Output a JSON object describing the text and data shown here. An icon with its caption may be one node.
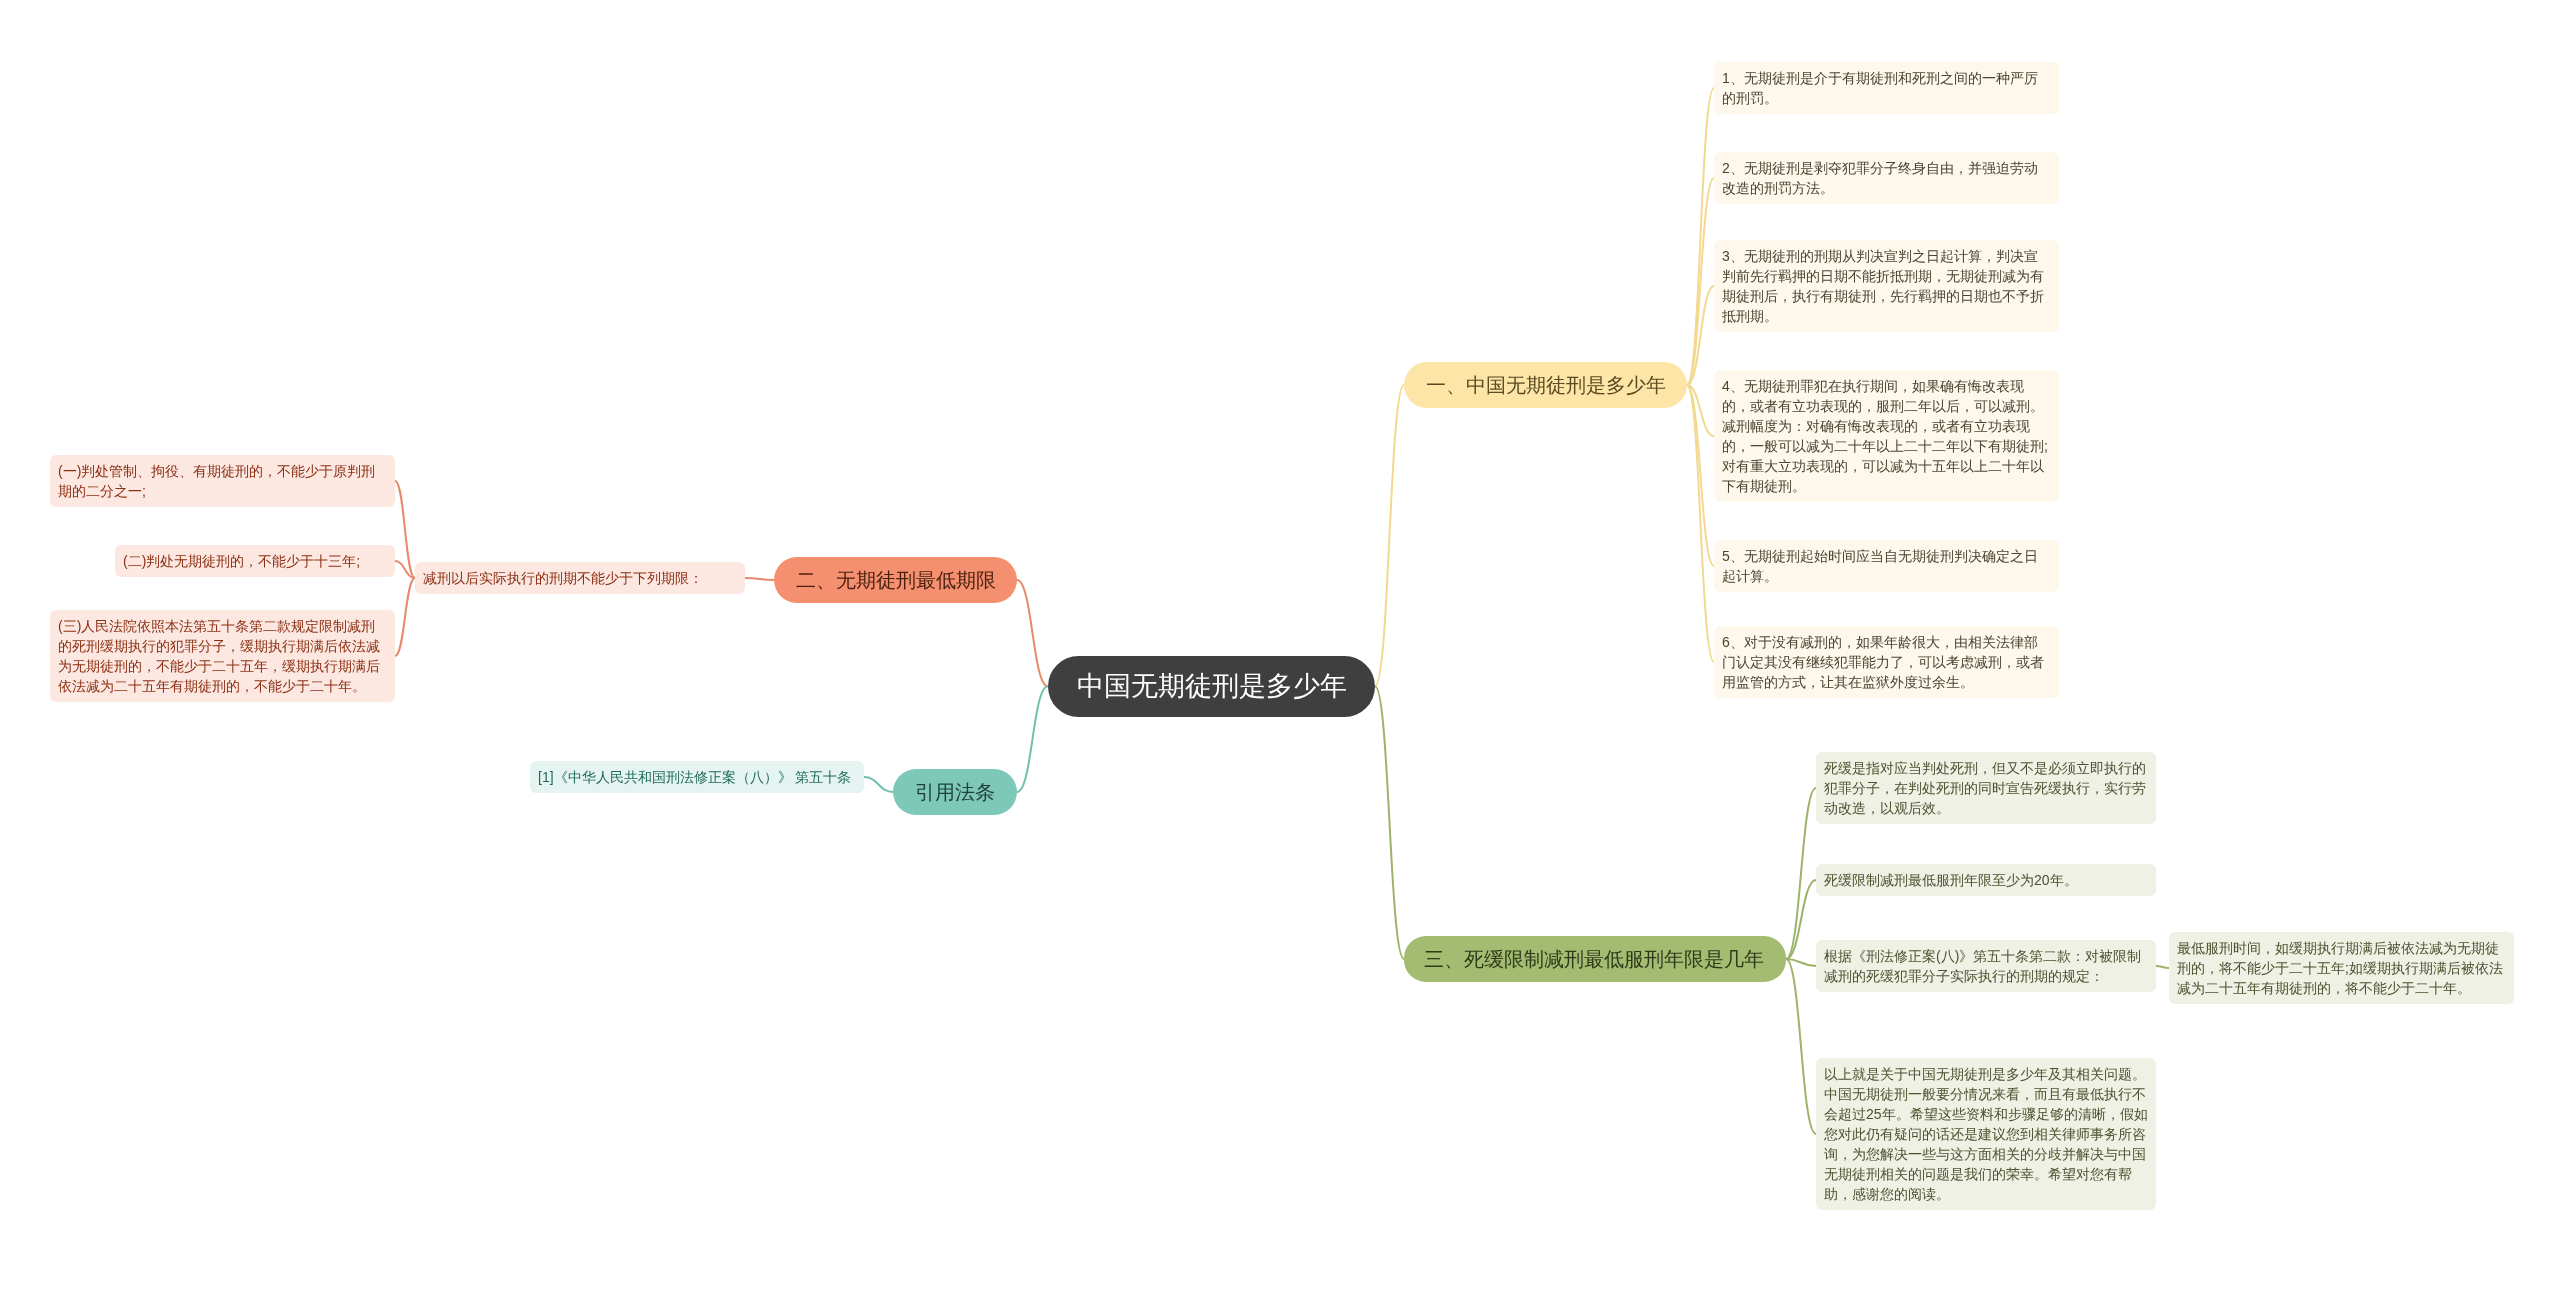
{
  "diagram": {
    "nodes": [
      {
        "text": [
          "中国无期徒刑是多少年"
        ]
      },
      {
        "text": [
          "一、中国无期徒刑是多少年"
        ]
      },
      {
        "text": [
          "1、无期徒刑是介于有期徒刑和死刑之间的一种严厉的刑罚。"
        ]
      },
      {
        "text": [
          "2、无期徒刑是剥夺犯罪分子终身自由，并强迫劳动改造的刑罚方法。"
        ]
      },
      {
        "text": [
          "3、无期徒刑的刑期从判决宣判之日起计算，判决宣判前先行羁押的日期不能折抵刑期，无期徒刑减为有期徒刑后，执行有期徒刑，先行羁押的日期也不予折抵刑期。"
        ]
      },
      {
        "text": [
          "4、无期徒刑罪犯在执行期间，如果确有悔改表现的，或者有立功表现的，服刑二年以后，可以减刑。减刑幅度为：对确有悔改表现的，或者有立功表现的，一般可以减为二十年以上二十二年以下有期徒刑;对有重大立功表现的，可以减为十五年以上二十年以下有期徒刑。"
        ]
      },
      {
        "text": [
          "5、无期徒刑起始时间应当自无期徒刑判决确定之日起计算。"
        ]
      },
      {
        "text": [
          "6、对于没有减刑的，如果年龄很大，由相关法律部门认定其没有继续犯罪能力了，可以考虑减刑，或者用监管的方式，让其在监狱外度过余生。"
        ]
      },
      {
        "text": [
          "二、无期徒刑最低期限"
        ]
      },
      {
        "text": [
          "减刑以后实际执行的刑期不能少于下列期限："
        ]
      },
      {
        "text": [
          "(一)判处管制、拘役、有期徒刑的，不能少于原判刑期的二分之一;"
        ]
      },
      {
        "text": [
          "(二)判处无期徒刑的，不能少于十三年;"
        ]
      },
      {
        "text": [
          "(三)人民法院依照本法第五十条第二款规定限制减刑的死刑缓期执行的犯罪分子，缓期执行期满后依法减为无期徒刑的，不能少于二十五年，缓期执行期满后依法减为二十五年有期徒刑的，不能少于二十年。"
        ]
      },
      {
        "text": [
          "引用法条"
        ]
      },
      {
        "text": [
          "[1]《中华人民共和国刑法修正案（八）》 第五十条"
        ]
      },
      {
        "text": [
          "三、死缓限制减刑最低服刑年限是几年"
        ]
      },
      {
        "text": [
          "死缓是指对应当判处死刑，但又不是必须立即执行的犯罪分子，在判处死刑的同时宣告死缓执行，实行劳动改造，以观后效。"
        ]
      },
      {
        "text": [
          "死缓限制减刑最低服刑年限至少为20年。"
        ]
      },
      {
        "text": [
          "根据《刑法修正案(八)》第五十条第二款：对被限制减刑的死缓犯罪分子实际执行的刑期的规定："
        ]
      },
      {
        "text": [
          "以上就是关于中国无期徒刑是多少年及其相关问题。中国无期徒刑一般要分情况来看，而且有最低执行不会超过25年。希望这些资料和步骤足够的清晰，假如您对此仍有疑问的话还是建议您到相关律师事务所咨询，为您解决一些与这方面相关的分歧并解决与中国无期徒刑相关的问题是我们的荣幸。希望对您有帮助，感谢您的阅读。"
        ]
      },
      {
        "text": [
          "最低服刑时间，如缓期执行期满后被依法减为无期徒刑的，将不能少于二十五年;如缓期执行期满后被依法减为二十五年有期徒刑的，将不能少于二十年。"
        ]
      }
    ],
    "edges": [
      {
        "from": 0,
        "to": 1,
        "arrow": "none"
      },
      {
        "from": 1,
        "to": 2,
        "arrow": "none"
      },
      {
        "from": 1,
        "to": 3,
        "arrow": "none"
      },
      {
        "from": 1,
        "to": 4,
        "arrow": "none"
      },
      {
        "from": 1,
        "to": 5,
        "arrow": "none"
      },
      {
        "from": 1,
        "to": 6,
        "arrow": "none"
      },
      {
        "from": 1,
        "to": 7,
        "arrow": "none"
      },
      {
        "from": 0,
        "to": 8,
        "arrow": "none",
        "color": "#e8896a"
      },
      {
        "from": 8,
        "to": 9,
        "arrow": "none",
        "color": "#e8896a"
      },
      {
        "from": 9,
        "to": 10,
        "arrow": "none",
        "color": "#e8896a"
      },
      {
        "from": 9,
        "to": 11,
        "arrow": "none",
        "color": "#e8896a"
      },
      {
        "from": 9,
        "to": 12,
        "arrow": "none",
        "color": "#e8896a"
      },
      {
        "from": 0,
        "to": 13,
        "arrow": "none",
        "color": "#72bfae"
      },
      {
        "from": 13,
        "to": 14,
        "arrow": "none",
        "color": "#72bfae"
      },
      {
        "from": 0,
        "to": 15,
        "arrow": "none",
        "color": "#9cb36a"
      },
      {
        "from": 15,
        "to": 16,
        "arrow": "none",
        "color": "#9cb36a"
      },
      {
        "from": 15,
        "to": 17,
        "arrow": "none",
        "color": "#9cb36a"
      },
      {
        "from": 15,
        "to": 18,
        "arrow": "none",
        "color": "#9cb36a"
      },
      {
        "from": 15,
        "to": 19,
        "arrow": "none",
        "color": "#9cb36a"
      },
      {
        "from": 18,
        "to": 20,
        "arrow": "none",
        "color": "#9cb36a"
      }
    ]
  }
}
